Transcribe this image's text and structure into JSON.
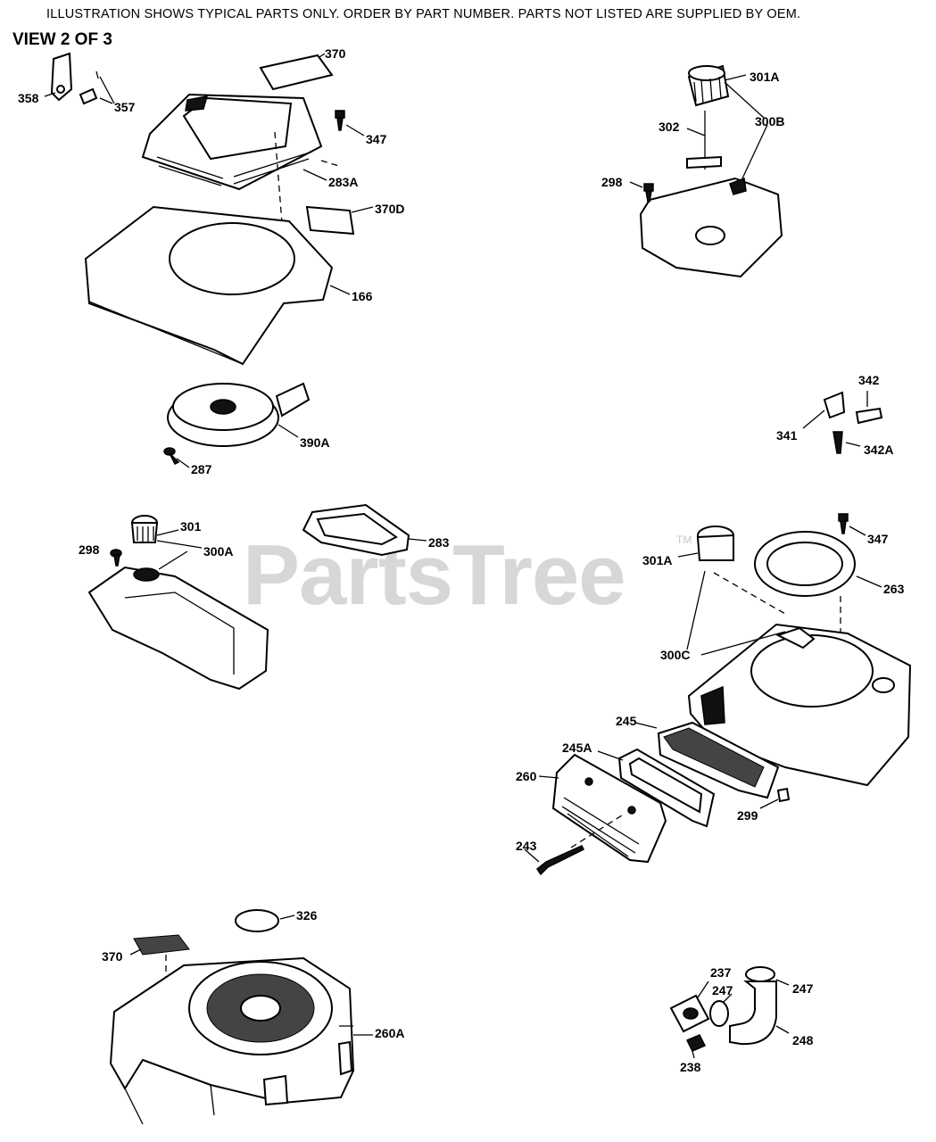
{
  "header": {
    "note": "ILLUSTRATION SHOWS TYPICAL PARTS ONLY. ORDER BY PART NUMBER. PARTS NOT LISTED ARE SUPPLIED BY OEM.",
    "view": "VIEW 2 OF 3"
  },
  "watermark": {
    "brand": "PartsTree",
    "tm": "TM"
  },
  "parts": [
    {
      "label": "358"
    },
    {
      "label": "357"
    },
    {
      "label": "370"
    },
    {
      "label": "347"
    },
    {
      "label": "283A"
    },
    {
      "label": "370D"
    },
    {
      "label": "166"
    },
    {
      "label": "390A"
    },
    {
      "label": "287"
    },
    {
      "label": "301A"
    },
    {
      "label": "302"
    },
    {
      "label": "300B"
    },
    {
      "label": "298"
    },
    {
      "label": "342"
    },
    {
      "label": "341"
    },
    {
      "label": "342A"
    },
    {
      "label": "301"
    },
    {
      "label": "298"
    },
    {
      "label": "300A"
    },
    {
      "label": "283"
    },
    {
      "label": "347"
    },
    {
      "label": "301A"
    },
    {
      "label": "263"
    },
    {
      "label": "300C"
    },
    {
      "label": "245"
    },
    {
      "label": "245A"
    },
    {
      "label": "260"
    },
    {
      "label": "299"
    },
    {
      "label": "243"
    },
    {
      "label": "326"
    },
    {
      "label": "370"
    },
    {
      "label": "260A"
    },
    {
      "label": "237"
    },
    {
      "label": "247"
    },
    {
      "label": "247"
    },
    {
      "label": "248"
    },
    {
      "label": "238"
    }
  ]
}
